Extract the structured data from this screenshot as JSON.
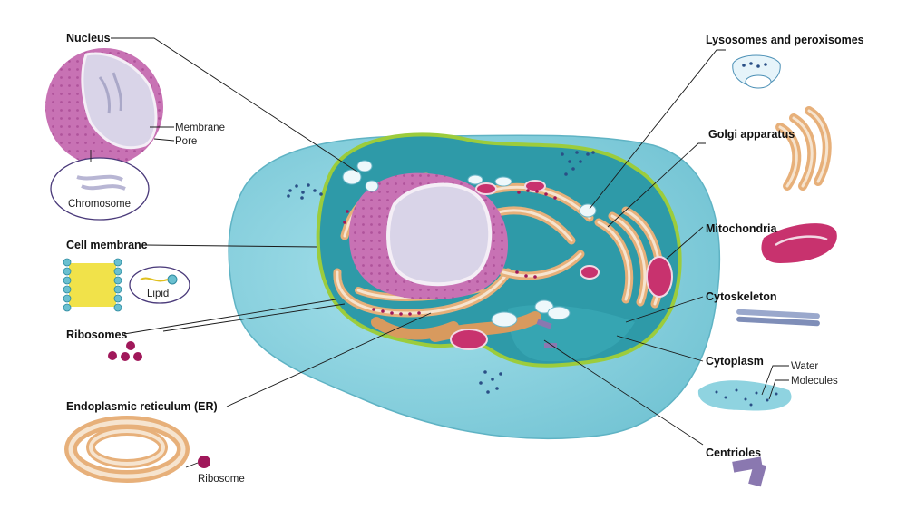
{
  "labels": {
    "nucleus": "Nucleus",
    "membrane": "Membrane",
    "pore": "Pore",
    "chromosome": "Chromosome",
    "cell_membrane": "Cell membrane",
    "lipid": "Lipid",
    "ribosomes": "Ribosomes",
    "er": "Endoplasmic reticulum (ER)",
    "ribosome": "Ribosome",
    "lysosomes": "Lysosomes and peroxisomes",
    "golgi": "Golgi apparatus",
    "mitochondria": "Mitochondria",
    "cytoskeleton": "Cytoskeleton",
    "cytoplasm": "Cytoplasm",
    "water": "Water",
    "molecules": "Molecules",
    "centrioles": "Centrioles"
  },
  "colors": {
    "cell_outer": "#8fd3e0",
    "cell_inner": "#2e9aa8",
    "cell_edge": "#9ccc3c",
    "nucleus": "#c872b4",
    "nucleolus": "#d9d4e8",
    "er": "#e7b07a",
    "mitochondria": "#c8326e",
    "ribosome": "#a0185a",
    "molecule": "#2a4f86"
  }
}
